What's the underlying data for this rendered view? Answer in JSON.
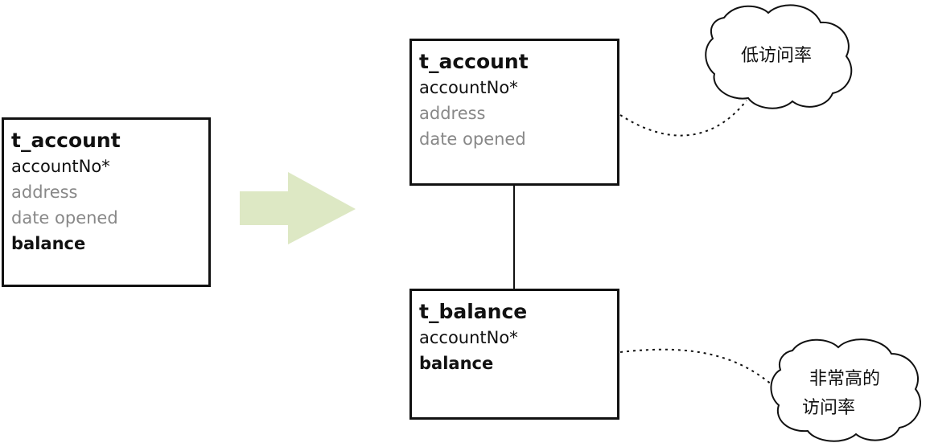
{
  "original_table": {
    "title": "t_account",
    "fields": [
      {
        "label": "accountNo*",
        "style": "key"
      },
      {
        "label": "address",
        "style": "muted"
      },
      {
        "label": "date opened",
        "style": "muted"
      },
      {
        "label": "balance",
        "style": "strong"
      }
    ]
  },
  "account_table": {
    "title": "t_account",
    "fields": [
      {
        "label": "accountNo*",
        "style": "key"
      },
      {
        "label": "address",
        "style": "muted"
      },
      {
        "label": "date opened",
        "style": "muted"
      }
    ]
  },
  "balance_table": {
    "title": "t_balance",
    "fields": [
      {
        "label": "accountNo*",
        "style": "key"
      },
      {
        "label": "balance",
        "style": "strong"
      }
    ]
  },
  "notes": {
    "low_access": "低访问率",
    "high_access_line1": "非常高的",
    "high_access_line2": "访问率"
  },
  "colors": {
    "arrow": "#dde8c4",
    "border": "#111111",
    "muted_text": "#888888"
  },
  "icons": {
    "transform_arrow": "right-arrow-icon",
    "note_cloud": "cloud-icon"
  }
}
